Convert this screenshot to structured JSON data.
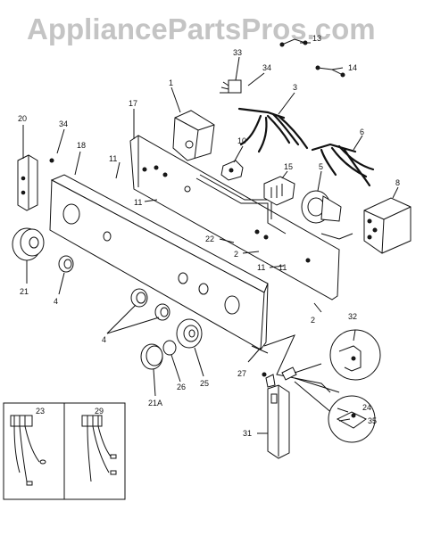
{
  "watermark": "AppliancePartsPros.com",
  "part_labels": {
    "p1": "1",
    "p2a": "2",
    "p2b": "2",
    "p3": "3",
    "p4a": "4",
    "p4b": "4",
    "p5": "5",
    "p6": "6",
    "p8": "8",
    "p10": "10",
    "p11a": "11",
    "p11b": "11",
    "p11c": "11",
    "p11d": "11",
    "p13": "13",
    "p14": "14",
    "p15": "15",
    "p17": "17",
    "p18": "18",
    "p20": "20",
    "p21": "21",
    "p21a": "21A",
    "p22": "22",
    "p23": "23",
    "p24": "24",
    "p25": "25",
    "p26": "26",
    "p27": "27",
    "p29": "29",
    "p31": "31",
    "p32": "32",
    "p33": "33",
    "p34a": "34",
    "p34b": "34",
    "p35": "35"
  }
}
